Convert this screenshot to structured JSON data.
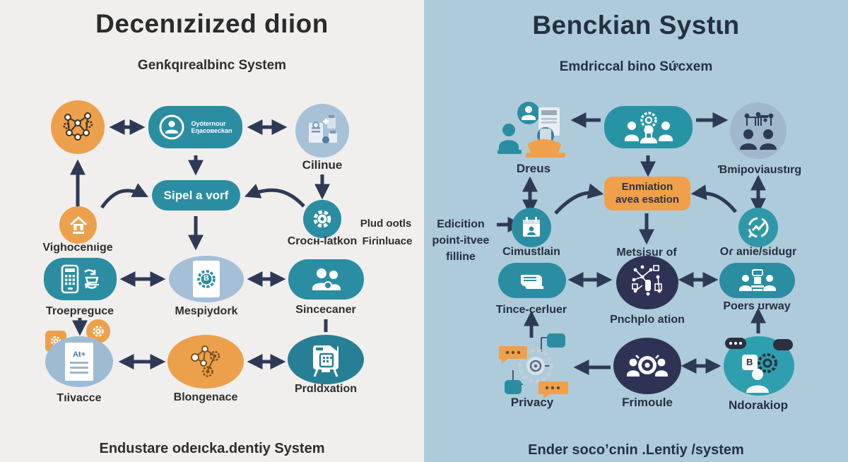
{
  "left": {
    "title": "Decenıziızed dıion",
    "subtitle": "Genƙqırealbinc System",
    "caption": "Endustare odeıcka.dentiy System",
    "nodes": {
      "operator_line1": "Oyóternour",
      "operator_line2": "Eŋacoвeckan",
      "clinue": "Cilinue",
      "sipel": "Sipel a vorf",
      "vighocenige": "Vighocenıige",
      "croch": "Crocн-latkon",
      "plud_line1": "Plud ootls",
      "plud_line2": "Fiɾinluace",
      "troepreguce": "Troepreguce",
      "mespiydork": "Mespiydork",
      "sincecaner": "Sincecaner",
      "tivacce": "Tıivacce",
      "blongenace": "Blongenace",
      "praldxation": "Prɑldxation",
      "chip_letter": "B",
      "doc_text": "Aŧ+"
    }
  },
  "right": {
    "title": "Benckian Systɩn",
    "subtitle": "Emdriccal bino Ѕứcxem",
    "caption": "Ender socoʼcnin .Lentiy /system",
    "nodes": {
      "dreus": "Dreus",
      "emipoviaustirg": "Ɓmipoviaustırg",
      "enmiation_line1": "Enmiation",
      "enmiation_line2": "avea esation",
      "ediction_line1": "Edicition",
      "ediction_line2": "point-itvee",
      "ediction_line3": "filline",
      "cimustlain": "Cimustlain",
      "metsisur": "Metsisur of",
      "oranie": "Oɾ anie/sidugr",
      "tince": "Tince-cerluer",
      "pnchplo": "Pnchplo ation",
      "poers": "Poers ʊrway",
      "privacy": "Privacy",
      "frimoule": "Frimoule",
      "ndorakiop": "Ndorakiop",
      "chat_b": "B"
    }
  },
  "colors": {
    "teal": "#2b8da2",
    "orange": "#eda04b",
    "navy": "#2e3356",
    "arrow": "#2e3a55",
    "left_bg": "#f0efee",
    "right_bg": "#aecbdb",
    "light_circle": "#a7c2d7"
  }
}
